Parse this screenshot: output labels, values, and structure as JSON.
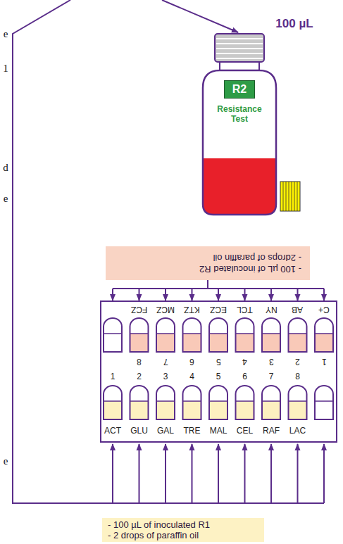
{
  "diagram": {
    "nodes": [
      {
        "text": [
          "Resistance Test"
        ]
      },
      {
        "text": [
          "R2"
        ],
        "in": 0
      },
      {
        "text": [
          "- 100 µL of inoculated R2",
          "- 2drops of paraffin oil"
        ]
      },
      {
        "text": [
          "- 100 µL of inoculated R1",
          "- 2 drops of paraffin oil"
        ]
      }
    ],
    "labels": [
      "100 µL",
      "e",
      "1",
      "d",
      "e",
      "e",
      "FCZ",
      "MCZ",
      "KTZ",
      "ECZ",
      "TCL",
      "NY",
      "AB",
      "C+",
      "8",
      "7",
      "6",
      "5",
      "4",
      "3",
      "2",
      "1",
      "1",
      "2",
      "3",
      "4",
      "5",
      "6",
      "7",
      "8",
      "ACT",
      "GLU",
      "GAL",
      "TRE",
      "MAL",
      "CEL",
      "RAF",
      "LAC"
    ]
  }
}
